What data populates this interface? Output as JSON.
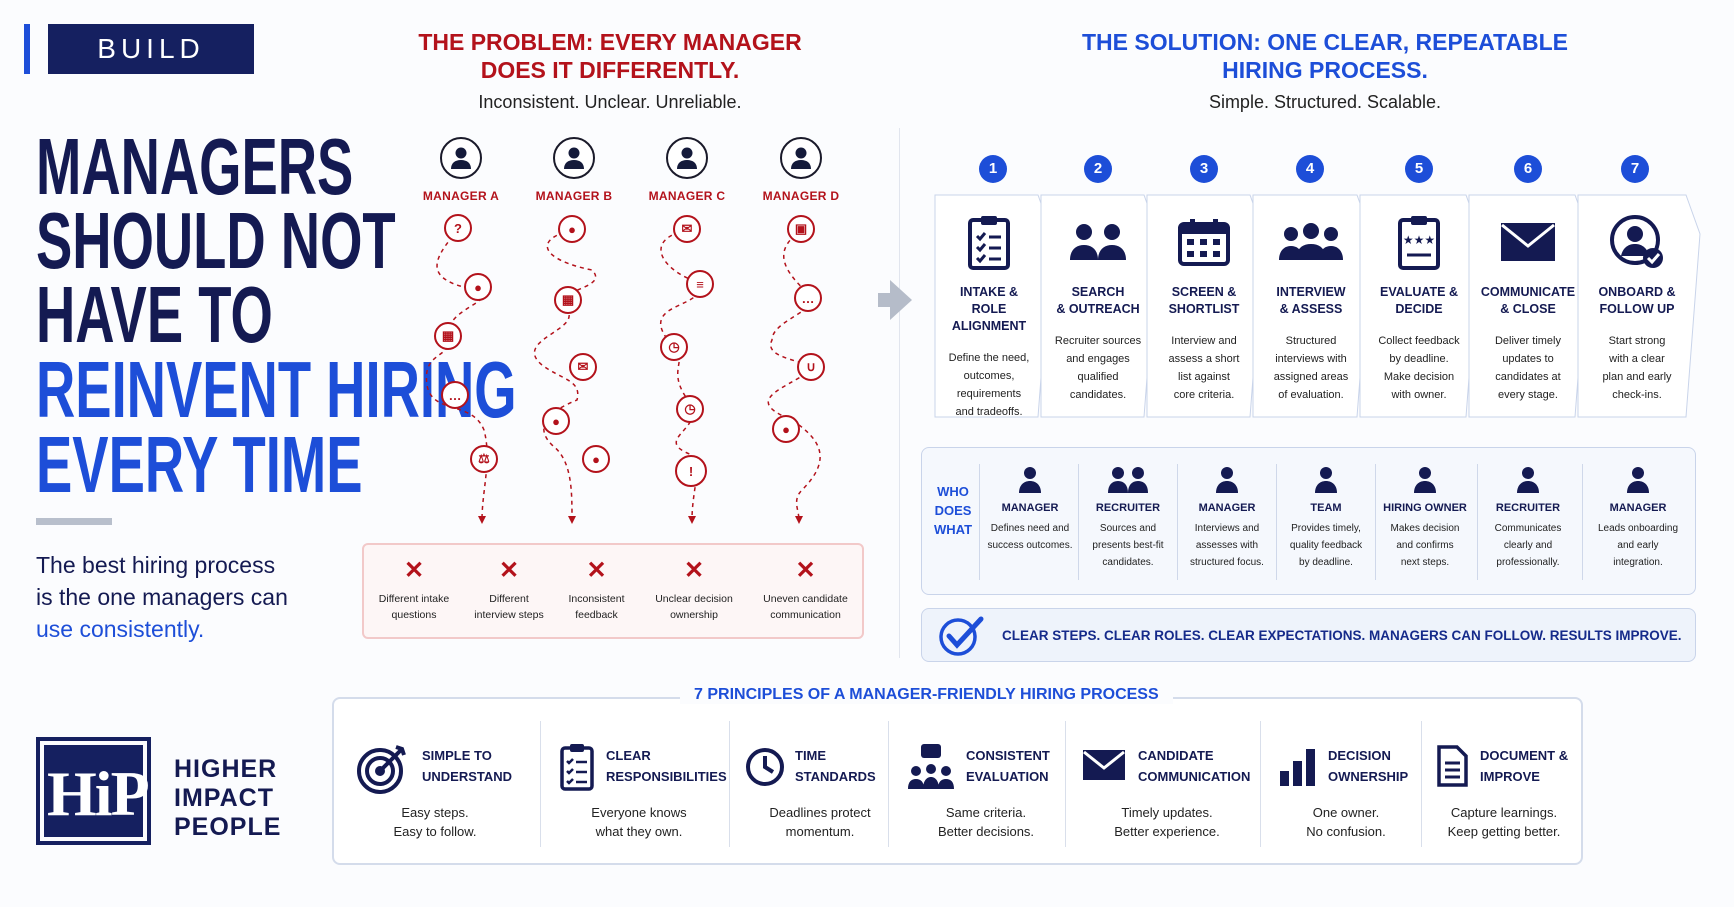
{
  "build_label": "BUILD",
  "headline": {
    "line1": "MANAGERS",
    "line2": "SHOULD NOT",
    "line3": "HAVE TO",
    "line4": "REINVENT HIRING",
    "line5": "EVERY TIME"
  },
  "subtext": {
    "line1": "The best hiring process",
    "line2": "is the one managers can",
    "line3": "use consistently."
  },
  "brand": {
    "logo_letters": "HiP",
    "line1": "HIGHER",
    "line2": "IMPACT",
    "line3": "PEOPLE"
  },
  "problem": {
    "title_line1": "THE PROBLEM: EVERY MANAGER",
    "title_line2": "DOES IT DIFFERENTLY.",
    "tagline": "Inconsistent. Unclear. Unreliable.",
    "managers": [
      "MANAGER A",
      "MANAGER B",
      "MANAGER C",
      "MANAGER D"
    ],
    "issues": [
      {
        "line1": "Different intake",
        "line2": "questions"
      },
      {
        "line1": "Different",
        "line2": "interview steps"
      },
      {
        "line1": "Inconsistent",
        "line2": "feedback"
      },
      {
        "line1": "Unclear decision",
        "line2": "ownership"
      },
      {
        "line1": "Uneven candidate",
        "line2": "communication"
      }
    ],
    "issue_mark": "✕"
  },
  "solution": {
    "title_line1": "THE SOLUTION: ONE CLEAR, REPEATABLE",
    "title_line2": "HIRING PROCESS.",
    "tagline": "Simple. Structured. Scalable.",
    "steps": [
      {
        "num": "1",
        "icon": "clipboard-checklist-icon",
        "t1": "INTAKE &",
        "t2": "ROLE ALIGNMENT",
        "d1": "Define the need,",
        "d2": "outcomes,",
        "d3": "requirements",
        "d4": "and tradeoffs."
      },
      {
        "num": "2",
        "icon": "two-people-icon",
        "t1": "SEARCH",
        "t2": "& OUTREACH",
        "d1": "Recruiter sources",
        "d2": "and engages",
        "d3": "qualified",
        "d4": "candidates."
      },
      {
        "num": "3",
        "icon": "calendar-icon",
        "t1": "SCREEN &",
        "t2": "SHORTLIST",
        "d1": "Interview and",
        "d2": "assess a short",
        "d3": "list against",
        "d4": "core criteria."
      },
      {
        "num": "4",
        "icon": "group-icon",
        "t1": "INTERVIEW",
        "t2": "& ASSESS",
        "d1": "Structured",
        "d2": "interviews with",
        "d3": "assigned areas",
        "d4": "of evaluation."
      },
      {
        "num": "5",
        "icon": "scorecard-icon",
        "t1": "EVALUATE &",
        "t2": "DECIDE",
        "d1": "Collect feedback",
        "d2": "by deadline.",
        "d3": "Make decision",
        "d4": "with owner."
      },
      {
        "num": "6",
        "icon": "envelope-icon",
        "t1": "COMMUNICATE",
        "t2": "& CLOSE",
        "d1": "Deliver timely",
        "d2": "updates to",
        "d3": "candidates at",
        "d4": "every stage."
      },
      {
        "num": "7",
        "icon": "person-check-icon",
        "t1": "ONBOARD &",
        "t2": "FOLLOW UP",
        "d1": "Start strong",
        "d2": "with a clear",
        "d3": "plan and early",
        "d4": "check-ins."
      }
    ],
    "who": {
      "label_line1": "WHO",
      "label_line2": "DOES",
      "label_line3": "WHAT",
      "roles": [
        {
          "role": "MANAGER",
          "d1": "Defines need and",
          "d2": "success outcomes.",
          "d3": ""
        },
        {
          "role": "RECRUITER",
          "d1": "Sources and",
          "d2": "presents best-fit",
          "d3": "candidates."
        },
        {
          "role": "MANAGER",
          "d1": "Interviews and",
          "d2": "assesses with",
          "d3": "structured focus."
        },
        {
          "role": "TEAM",
          "d1": "Provides timely,",
          "d2": "quality feedback",
          "d3": "by deadline."
        },
        {
          "role": "HIRING OWNER",
          "d1": "Makes decision",
          "d2": "and confirms",
          "d3": "next steps."
        },
        {
          "role": "RECRUITER",
          "d1": "Communicates",
          "d2": "clearly and",
          "d3": "professionally."
        },
        {
          "role": "MANAGER",
          "d1": "Leads onboarding",
          "d2": "and early",
          "d3": "integration."
        }
      ]
    },
    "banner_left": "CLEAR STEPS. CLEAR ROLES. CLEAR EXPECTATIONS.",
    "banner_right": "MANAGERS CAN FOLLOW.  RESULTS IMPROVE."
  },
  "principles": {
    "title": "7 PRINCIPLES OF A MANAGER-FRIENDLY HIRING PROCESS",
    "items": [
      {
        "icon": "target-icon",
        "n1": "SIMPLE TO",
        "n2": "UNDERSTAND",
        "d1": "Easy steps.",
        "d2": "Easy to follow."
      },
      {
        "icon": "checklist-icon",
        "n1": "CLEAR",
        "n2": "RESPONSIBILITIES",
        "d1": "Everyone knows",
        "d2": "what they own."
      },
      {
        "icon": "clock-icon",
        "n1": "TIME",
        "n2": "STANDARDS",
        "d1": "Deadlines protect",
        "d2": "momentum."
      },
      {
        "icon": "team-chat-icon",
        "n1": "CONSISTENT",
        "n2": "EVALUATION",
        "d1": "Same criteria.",
        "d2": "Better decisions."
      },
      {
        "icon": "envelope-icon",
        "n1": "CANDIDATE",
        "n2": "COMMUNICATION",
        "d1": "Timely updates.",
        "d2": "Better experience."
      },
      {
        "icon": "bar-chart-icon",
        "n1": "DECISION",
        "n2": "OWNERSHIP",
        "d1": "One owner.",
        "d2": "No confusion."
      },
      {
        "icon": "document-icon",
        "n1": "DOCUMENT &",
        "n2": "IMPROVE",
        "d1": "Capture learnings.",
        "d2": "Keep getting better."
      }
    ]
  },
  "colors": {
    "navy": "#141a52",
    "blue": "#1d4ed8",
    "red": "#b3121b"
  }
}
